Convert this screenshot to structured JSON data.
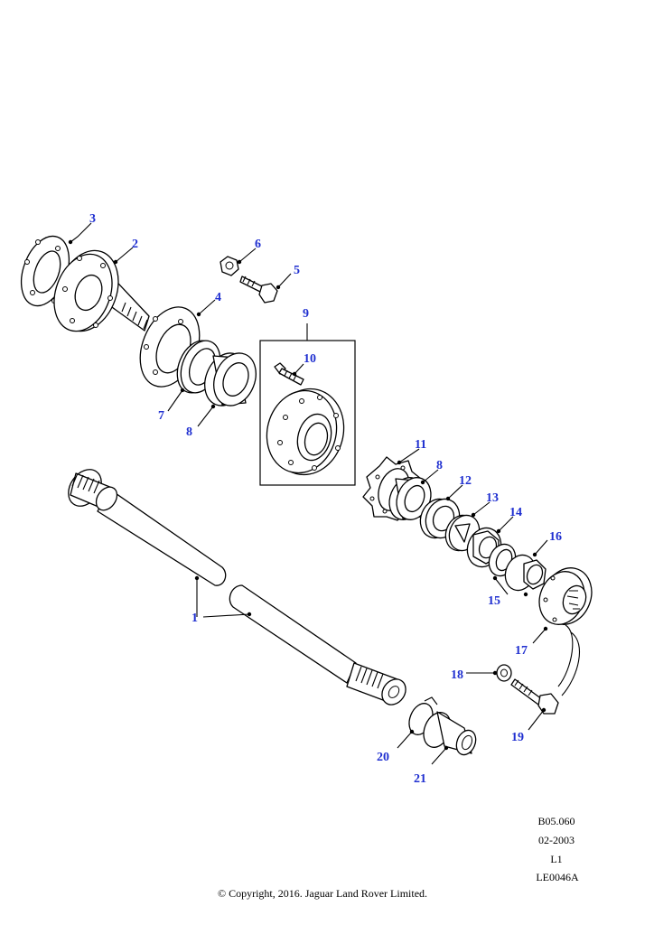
{
  "diagram": {
    "callouts": [
      {
        "id": "1",
        "label": "1"
      },
      {
        "id": "2",
        "label": "2"
      },
      {
        "id": "3",
        "label": "3"
      },
      {
        "id": "4",
        "label": "4"
      },
      {
        "id": "5",
        "label": "5"
      },
      {
        "id": "6",
        "label": "6"
      },
      {
        "id": "7",
        "label": "7"
      },
      {
        "id": "8a",
        "label": "8"
      },
      {
        "id": "8b",
        "label": "8"
      },
      {
        "id": "9",
        "label": "9"
      },
      {
        "id": "10",
        "label": "10"
      },
      {
        "id": "11",
        "label": "11"
      },
      {
        "id": "12",
        "label": "12"
      },
      {
        "id": "13",
        "label": "13"
      },
      {
        "id": "14",
        "label": "14"
      },
      {
        "id": "15",
        "label": "15"
      },
      {
        "id": "16",
        "label": "16"
      },
      {
        "id": "17",
        "label": "17"
      },
      {
        "id": "18",
        "label": "18"
      },
      {
        "id": "19",
        "label": "19"
      },
      {
        "id": "20",
        "label": "20"
      },
      {
        "id": "21",
        "label": "21"
      }
    ],
    "label_color": "#1f2fd0"
  },
  "reference": {
    "code": "B05.060",
    "date": "02-2003",
    "level": "L1",
    "id": "LE0046A"
  },
  "footer": {
    "copyright": "© Copyright, 2016. Jaguar Land Rover Limited."
  }
}
